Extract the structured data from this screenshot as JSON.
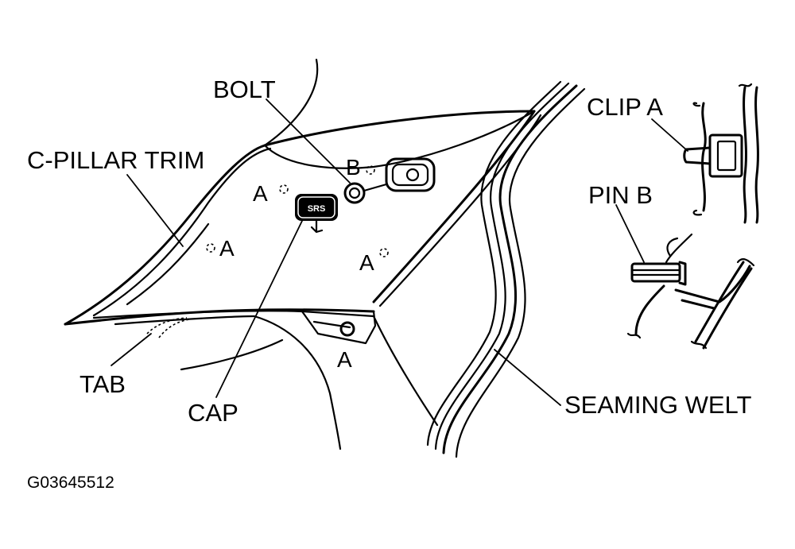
{
  "labels": {
    "bolt": "BOLT",
    "c_pillar_trim": "C-PILLAR TRIM",
    "clip_a": "CLIP A",
    "pin_b": "PIN B",
    "tab": "TAB",
    "cap": "CAP",
    "seaming_welt": "SEAMING WELT",
    "clip_marker_a": "A",
    "pin_marker_b": "B",
    "srs_badge": "SRS"
  },
  "figure_code": "G03645512"
}
